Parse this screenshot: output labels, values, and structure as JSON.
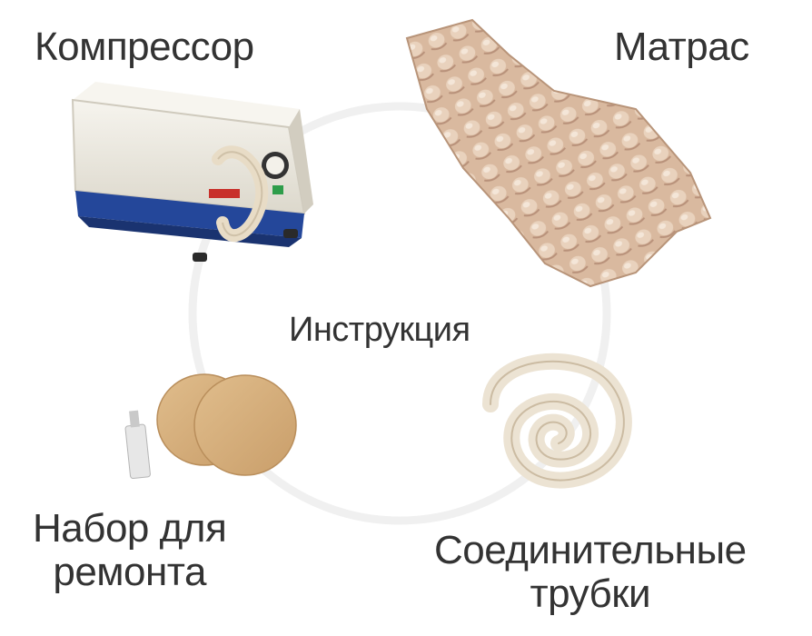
{
  "labels": {
    "compressor": "Компрессор",
    "mattress": "Матрас",
    "instruction": "Инструкция",
    "repair_kit_line1": "Набор для",
    "repair_kit_line2": "ремонта",
    "tubes_line1": "Соединительные",
    "tubes_line2": "трубки"
  },
  "colors": {
    "ring": "#f1f1f1",
    "mattress": "#d8b79d",
    "patch": "#dcb381",
    "compressor_body": "#ece9e0",
    "compressor_base": "#24479a",
    "tube": "#efe5d6"
  }
}
